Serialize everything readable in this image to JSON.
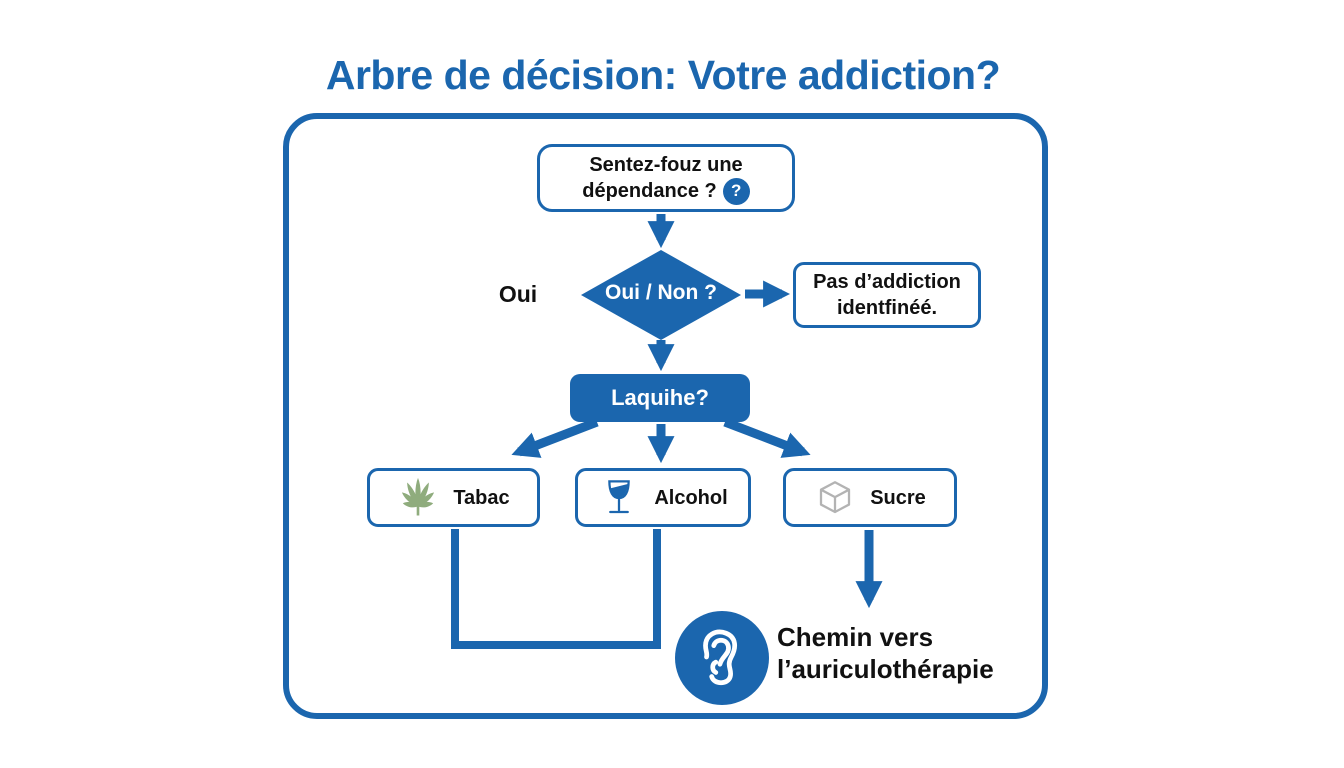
{
  "title": "Arbre de décision: Votre addiction?",
  "colors": {
    "primary_blue": "#1b66ae",
    "leaf_green": "#8fac7d",
    "cube_gray": "#b3b3b3",
    "text_black": "#111111",
    "background": "#ffffff"
  },
  "flowchart": {
    "start": {
      "line1": "Sentez-fouz une",
      "line2": "dépendance ?",
      "help_glyph": "?",
      "help_icon": "question-mark-icon"
    },
    "branch_label": "Oui",
    "decision": {
      "label": "Oui / Non ?"
    },
    "no_addiction": {
      "line1": "Pas d’addiction",
      "line2": "identfinéé."
    },
    "which": {
      "label": "Laquihe?"
    },
    "options": [
      {
        "label": "Tabac",
        "icon": "cannabis-leaf-icon"
      },
      {
        "label": "Alcohol",
        "icon": "wine-glass-icon"
      },
      {
        "label": "Sucre",
        "icon": "sugar-cube-icon"
      }
    ],
    "outcome": {
      "line1": "Chemin vers",
      "line2": "l’auriculothérapie",
      "icon": "ear-icon"
    }
  }
}
